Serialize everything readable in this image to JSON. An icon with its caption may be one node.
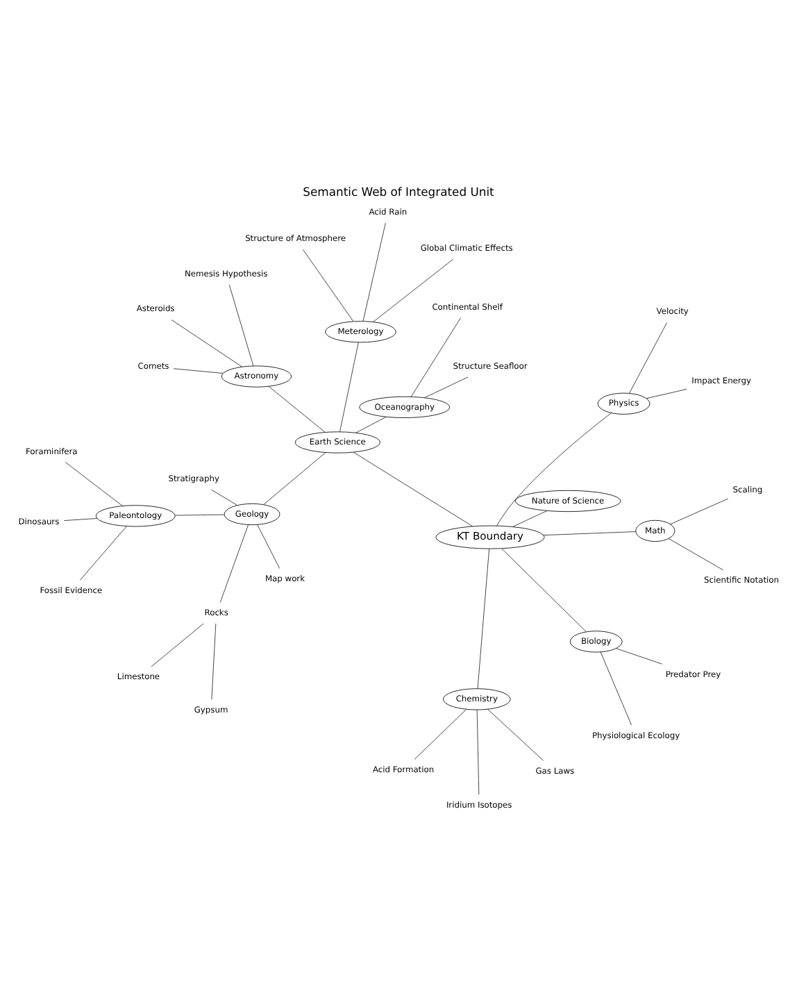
{
  "diagram": {
    "title": "Semantic Web of Integrated Unit",
    "nodes": [
      {
        "text": [
          "Nature of Science"
        ]
      },
      {
        "text": [
          "Physiological Ecology"
        ]
      },
      {
        "text": [
          "Predator Prey"
        ]
      },
      {
        "text": [
          "Iridium Isotopes"
        ]
      },
      {
        "text": [
          "Acid Formation"
        ]
      },
      {
        "text": [
          "Gas Laws"
        ]
      },
      {
        "text": [
          "Velocity"
        ]
      },
      {
        "text": [
          "Chemistry"
        ]
      },
      {
        "text": [
          "Physics"
        ]
      },
      {
        "text": [
          "Impact Energy"
        ]
      },
      {
        "text": [
          "Biology"
        ]
      },
      {
        "text": [
          "KT Boundary"
        ]
      },
      {
        "text": [
          "Math"
        ]
      },
      {
        "text": [
          "Scaling"
        ]
      },
      {
        "text": [
          "Scientific Notation"
        ]
      },
      {
        "text": [
          "Acid Rain"
        ]
      },
      {
        "text": [
          "Earth Science"
        ]
      },
      {
        "text": [
          "Meterology"
        ]
      },
      {
        "text": [
          "Global Climatic Effects"
        ]
      },
      {
        "text": [
          "Astronomy"
        ]
      },
      {
        "text": [
          "Structure of Atmosphere"
        ]
      },
      {
        "text": [
          "Asteroids"
        ]
      },
      {
        "text": [
          "Comets"
        ]
      },
      {
        "text": [
          "Nemesis Hypothesis"
        ]
      },
      {
        "text": [
          "Oceanography"
        ]
      },
      {
        "text": [
          "Structure Seafloor"
        ]
      },
      {
        "text": [
          "Continental Shelf"
        ]
      },
      {
        "text": [
          "Dinosaurs"
        ]
      },
      {
        "text": [
          "Geology"
        ]
      },
      {
        "text": [
          "Paleontology"
        ]
      },
      {
        "text": [
          "Map work"
        ]
      },
      {
        "text": [
          "Foraminifera"
        ]
      },
      {
        "text": [
          "Stratigraphy"
        ]
      },
      {
        "text": [
          "Fossil Evidence"
        ]
      },
      {
        "text": [
          "Rocks"
        ]
      },
      {
        "text": [
          "Limestone"
        ]
      },
      {
        "text": [
          "Gypsum"
        ]
      }
    ],
    "edges": [
      {
        "from": 11,
        "to": 10,
        "arrow": "none"
      },
      {
        "from": 11,
        "to": 7,
        "arrow": "none"
      },
      {
        "from": 11,
        "to": 0,
        "arrow": "none"
      },
      {
        "from": 11,
        "to": 8,
        "arrow": "none"
      },
      {
        "from": 11,
        "to": 12,
        "arrow": "none"
      },
      {
        "from": 11,
        "to": 16,
        "arrow": "none"
      },
      {
        "from": 10,
        "to": 2,
        "arrow": "none"
      },
      {
        "from": 10,
        "to": 1,
        "arrow": "none"
      },
      {
        "from": 7,
        "to": 3,
        "arrow": "none"
      },
      {
        "from": 7,
        "to": 4,
        "arrow": "none"
      },
      {
        "from": 7,
        "to": 5,
        "arrow": "none"
      },
      {
        "from": 8,
        "to": 6,
        "arrow": "none"
      },
      {
        "from": 8,
        "to": 9,
        "arrow": "none"
      },
      {
        "from": 12,
        "to": 13,
        "arrow": "none"
      },
      {
        "from": 12,
        "to": 14,
        "arrow": "none"
      },
      {
        "from": 16,
        "to": 17,
        "arrow": "none"
      },
      {
        "from": 16,
        "to": 19,
        "arrow": "none"
      },
      {
        "from": 16,
        "to": 24,
        "arrow": "none"
      },
      {
        "from": 16,
        "to": 28,
        "arrow": "none"
      },
      {
        "from": 17,
        "to": 15,
        "arrow": "none"
      },
      {
        "from": 17,
        "to": 20,
        "arrow": "none"
      },
      {
        "from": 17,
        "to": 18,
        "arrow": "none"
      },
      {
        "from": 19,
        "to": 21,
        "arrow": "none"
      },
      {
        "from": 19,
        "to": 23,
        "arrow": "none"
      },
      {
        "from": 19,
        "to": 22,
        "arrow": "none"
      },
      {
        "from": 24,
        "to": 25,
        "arrow": "none"
      },
      {
        "from": 24,
        "to": 26,
        "arrow": "none"
      },
      {
        "from": 28,
        "to": 29,
        "arrow": "none"
      },
      {
        "from": 28,
        "to": 30,
        "arrow": "none"
      },
      {
        "from": 28,
        "to": 32,
        "arrow": "none"
      },
      {
        "from": 28,
        "to": 34,
        "arrow": "none"
      },
      {
        "from": 34,
        "to": 35,
        "arrow": "none"
      },
      {
        "from": 34,
        "to": 36,
        "arrow": "none"
      },
      {
        "from": 29,
        "to": 27,
        "arrow": "none"
      },
      {
        "from": 29,
        "to": 31,
        "arrow": "none"
      },
      {
        "from": 29,
        "to": 33,
        "arrow": "none"
      }
    ]
  }
}
